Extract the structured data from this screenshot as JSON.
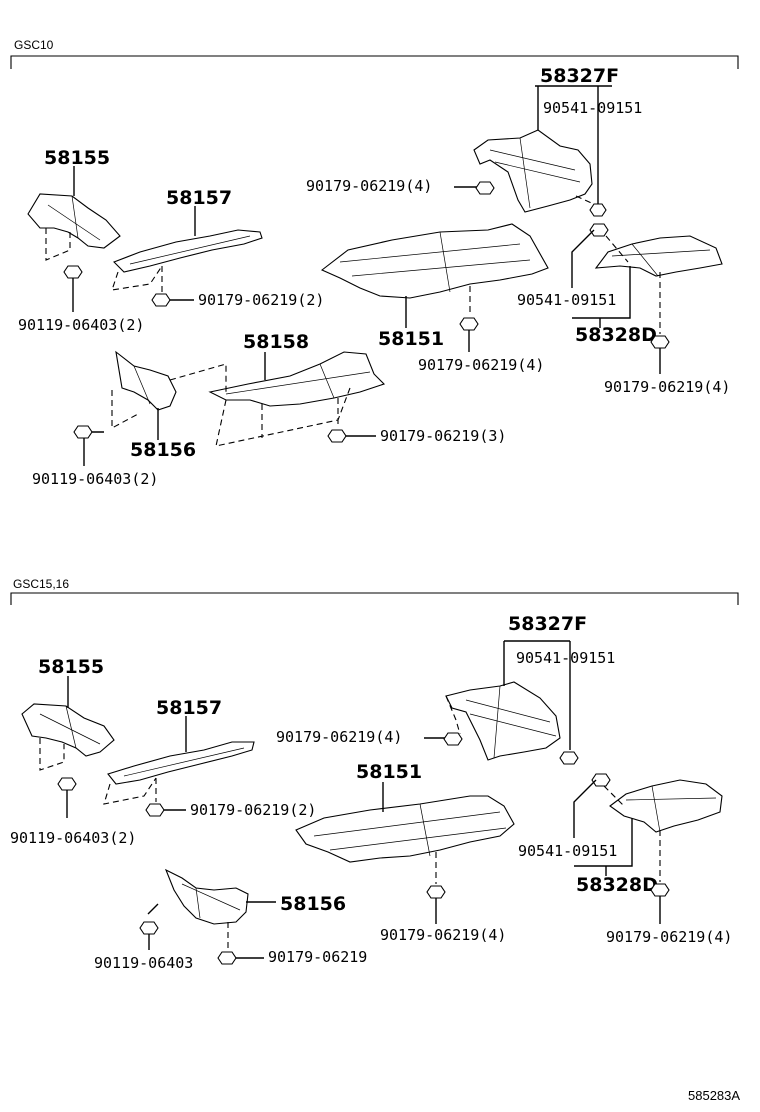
{
  "sections": [
    {
      "title": "GSC10",
      "labels": {
        "p58327F": "58327F",
        "p90541_a": "90541-09151",
        "p90179_a": "90179-06219(4)",
        "p58155": "58155",
        "p58157": "58157",
        "p90179_b": "90179-06219(2)",
        "p90119_a": "90119-06403(2)",
        "p58151": "58151",
        "p90541_b": "90541-09151",
        "p58328D": "58328D",
        "p90179_c": "90179-06219(4)",
        "p90179_d": "90179-06219(4)",
        "p58158": "58158",
        "p58156": "58156",
        "p90179_e": "90179-06219(3)",
        "p90119_b": "90119-06403(2)"
      }
    },
    {
      "title": "GSC15,16",
      "labels": {
        "p58327F": "58327F",
        "p90541_a": "90541-09151",
        "p58155": "58155",
        "p58157": "58157",
        "p90179_a": "90179-06219(4)",
        "p58151": "58151",
        "p90179_b": "90179-06219(2)",
        "p90119_a": "90119-06403(2)",
        "p90541_b": "90541-09151",
        "p58328D": "58328D",
        "p58156": "58156",
        "p90179_c": "90179-06219(4)",
        "p90179_d": "90179-06219(4)",
        "p90119_b": "90119-06403",
        "p90179_e": "90179-06219"
      }
    }
  ],
  "reference_code": "585283A"
}
